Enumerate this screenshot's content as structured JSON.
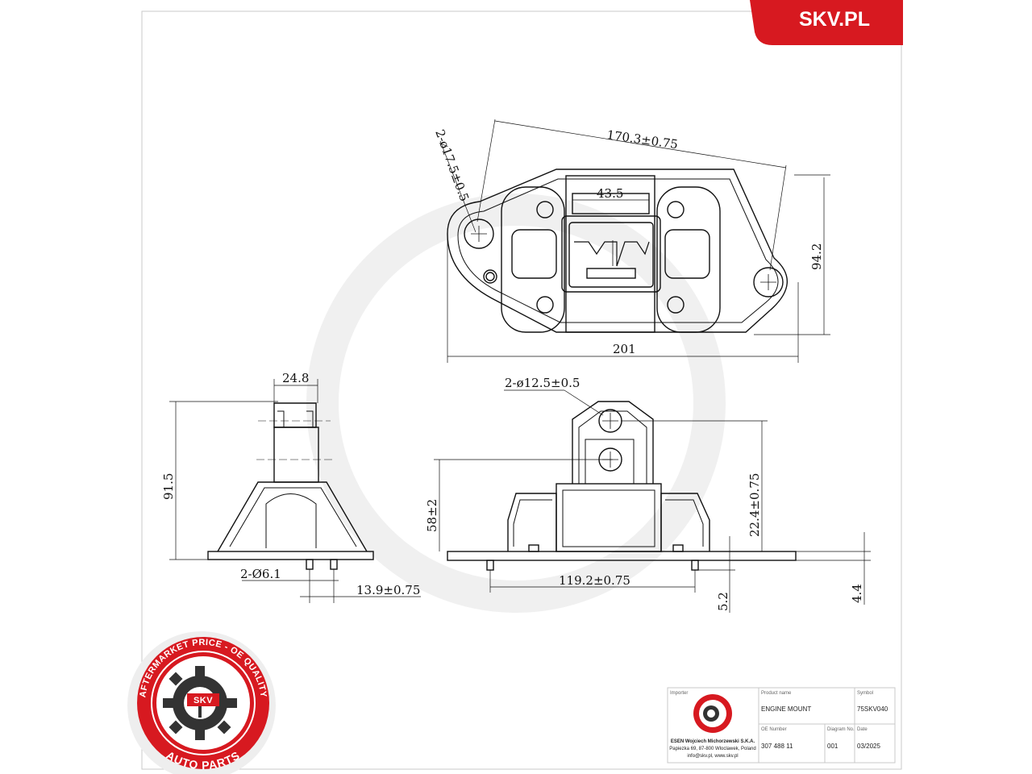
{
  "brand": {
    "logo_text": "SKV.PL",
    "color": "#d71920"
  },
  "seal": {
    "outer_ring_text": "AFTERMARKET PRICE - OE QUALITY",
    "inner_text": "SKV",
    "bottom_text": "AUTO PARTS",
    "color": "#d71920"
  },
  "dimensions": {
    "top_view": {
      "hole_dia": "2-ø17.5±0.5",
      "hole_spacing": "170.3±0.75",
      "connector_width": "43.5",
      "height": "94.2",
      "overall_length": "201"
    },
    "side_view": {
      "width": "24.8",
      "height": "91.5",
      "pin_dia": "2-Ø6.1",
      "pin_offset": "13.9±0.75"
    },
    "front_view": {
      "hole_dia": "2-ø12.5±0.5",
      "height": "58±2",
      "hole_height": "22.4±0.75",
      "pin_spacing": "119.2±0.75",
      "pin_length": "5.2",
      "plate_thickness": "4.4"
    }
  },
  "title_block": {
    "importer_label": "Importer",
    "product_label": "Product name",
    "symbol_label": "Symbol",
    "product_name": "ENGINE MOUNT",
    "symbol": "75SKV040",
    "oe_label": "OE Number",
    "oe_number": "307 488 11",
    "diagram_label": "Diagram No.",
    "diagram_no": "001",
    "date_label": "Date",
    "date": "03/2025",
    "importer_line1": "ESEN Wojciech Michorzewski S.K.A.",
    "importer_line2": "Papiezka 69, 87-800 Wloclawek, Poland",
    "importer_line3": "info@skv.pl, www.skv.pl"
  }
}
